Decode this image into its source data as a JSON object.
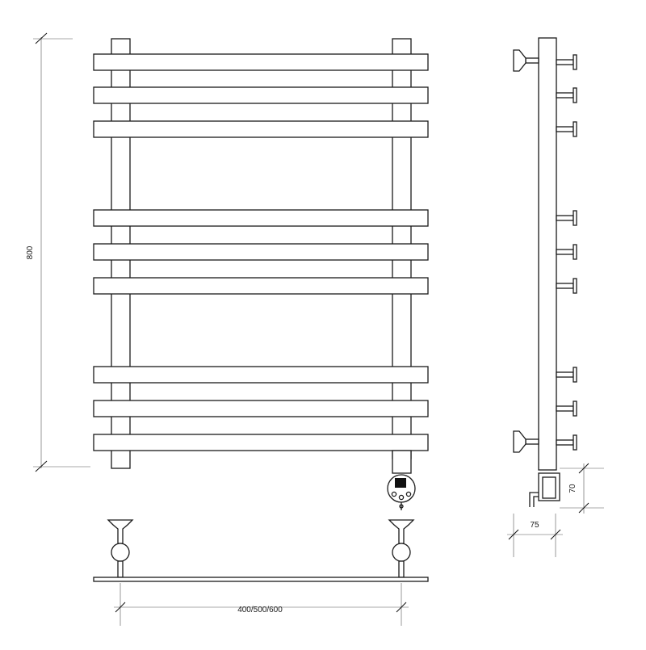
{
  "drawing": {
    "dimensions": {
      "height_label": "800",
      "width_label": "400/500/600",
      "depth_label": "75",
      "heater_height_label": "70"
    },
    "views": {
      "front": {
        "bar_groups": 3,
        "bars_per_group": 3
      },
      "side": {
        "wall_brackets": 2,
        "rail_pegs": 9
      },
      "top": {
        "wall_brackets": 2
      }
    }
  }
}
